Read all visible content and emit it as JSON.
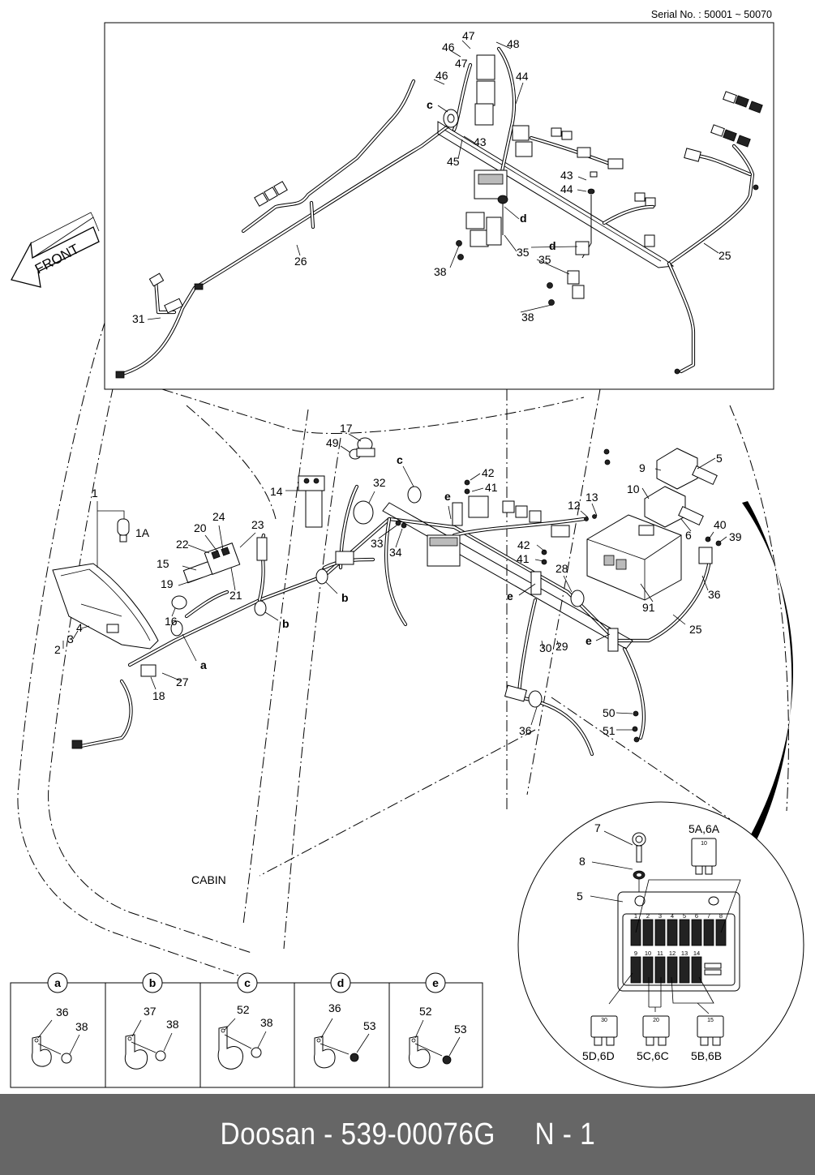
{
  "header": {
    "serial": "Serial No. : 50001 ~ 50070"
  },
  "direction_arrow": {
    "label": "FRONT",
    "icon": "front-arrow-icon"
  },
  "main_label": "CABIN",
  "inset_top": {
    "labels": [
      "47",
      "46",
      "47",
      "48",
      "46",
      "44",
      "c",
      "43",
      "45",
      "43",
      "44",
      "d",
      "35",
      "38",
      "d",
      "35",
      "38",
      "26",
      "25",
      "31"
    ]
  },
  "main_view": {
    "labels": [
      "1",
      "1A",
      "2",
      "3",
      "4",
      "15",
      "16",
      "18",
      "19",
      "20",
      "21",
      "22",
      "23",
      "24",
      "27",
      "a",
      "b",
      "b",
      "14",
      "17",
      "49",
      "32",
      "33",
      "34",
      "c",
      "e",
      "42",
      "41",
      "42",
      "41",
      "12",
      "13",
      "28",
      "e",
      "e",
      "29",
      "30",
      "36",
      "50",
      "51",
      "25",
      "91",
      "36",
      "40",
      "39",
      "5",
      "6",
      "9",
      "10"
    ]
  },
  "fuse_detail": {
    "callouts": [
      "7",
      "8",
      "5",
      "5A,6A",
      "5D,6D",
      "5C,6C",
      "5B,6B"
    ],
    "fuse_ratings": {
      "5A,6A": "10",
      "5D,6D": "30",
      "5C,6C": "20",
      "5B,6B": "15"
    },
    "row1_slots": [
      "1",
      "2",
      "3",
      "4",
      "5",
      "6",
      "7",
      "8"
    ],
    "row2_slots": [
      "9",
      "10",
      "11",
      "12",
      "13",
      "14"
    ]
  },
  "clamp_details": [
    {
      "tag": "a",
      "clamp": "36",
      "fastener": "38"
    },
    {
      "tag": "b",
      "clamp": "37",
      "fastener": "38"
    },
    {
      "tag": "c",
      "clamp": "52",
      "fastener": "38"
    },
    {
      "tag": "d",
      "clamp": "36",
      "fastener": "53"
    },
    {
      "tag": "e",
      "clamp": "52",
      "fastener": "53"
    }
  ],
  "footer": {
    "text": "Doosan - 539-00076G     N - 1"
  }
}
